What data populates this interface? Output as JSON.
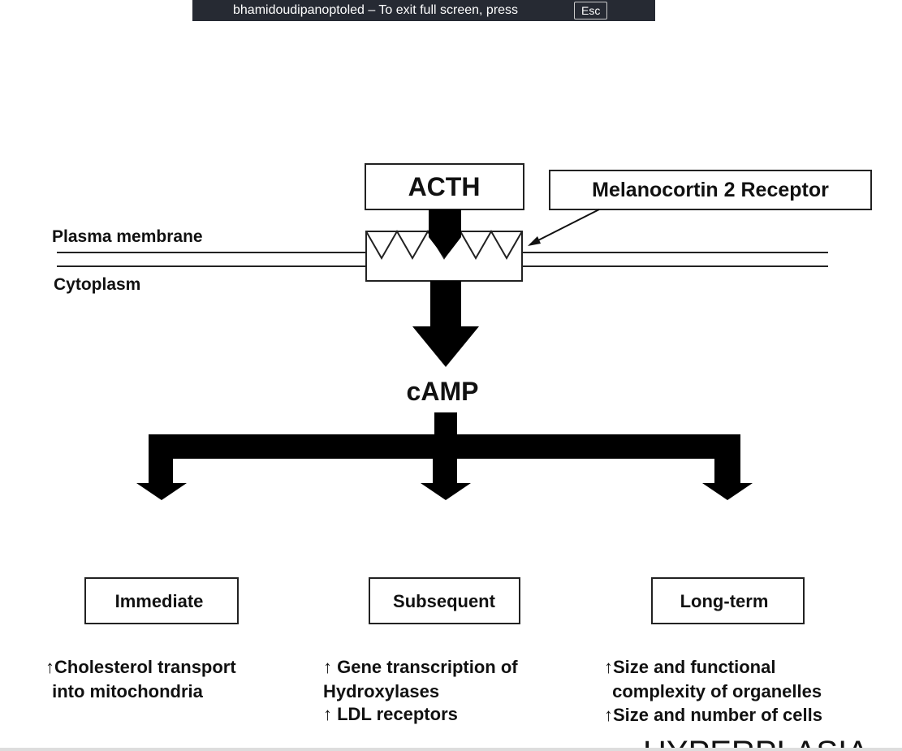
{
  "fullscreen_notice": {
    "text": "bhamidoudipanoptoled  –  To exit full screen, press",
    "key": "Esc"
  },
  "diagram": {
    "hormone": "ACTH",
    "receptor": "Melanocortin 2 Receptor",
    "membrane_label": "Plasma membrane",
    "cytoplasm_label": "Cytoplasm",
    "second_messenger": "cAMP",
    "phases": [
      {
        "label": "Immediate",
        "effects": [
          "↑Cholesterol transport",
          " into mitochondria"
        ]
      },
      {
        "label": "Subsequent",
        "effects": [
          "↑ Gene transcription of",
          "Hydroxylases",
          "↑ LDL receptors"
        ]
      },
      {
        "label": "Long-term",
        "effects": [
          "↑Size and functional",
          " complexity of organelles",
          "↑Size and number of cells"
        ]
      }
    ],
    "outcome": "→HYPERPLASIA"
  }
}
